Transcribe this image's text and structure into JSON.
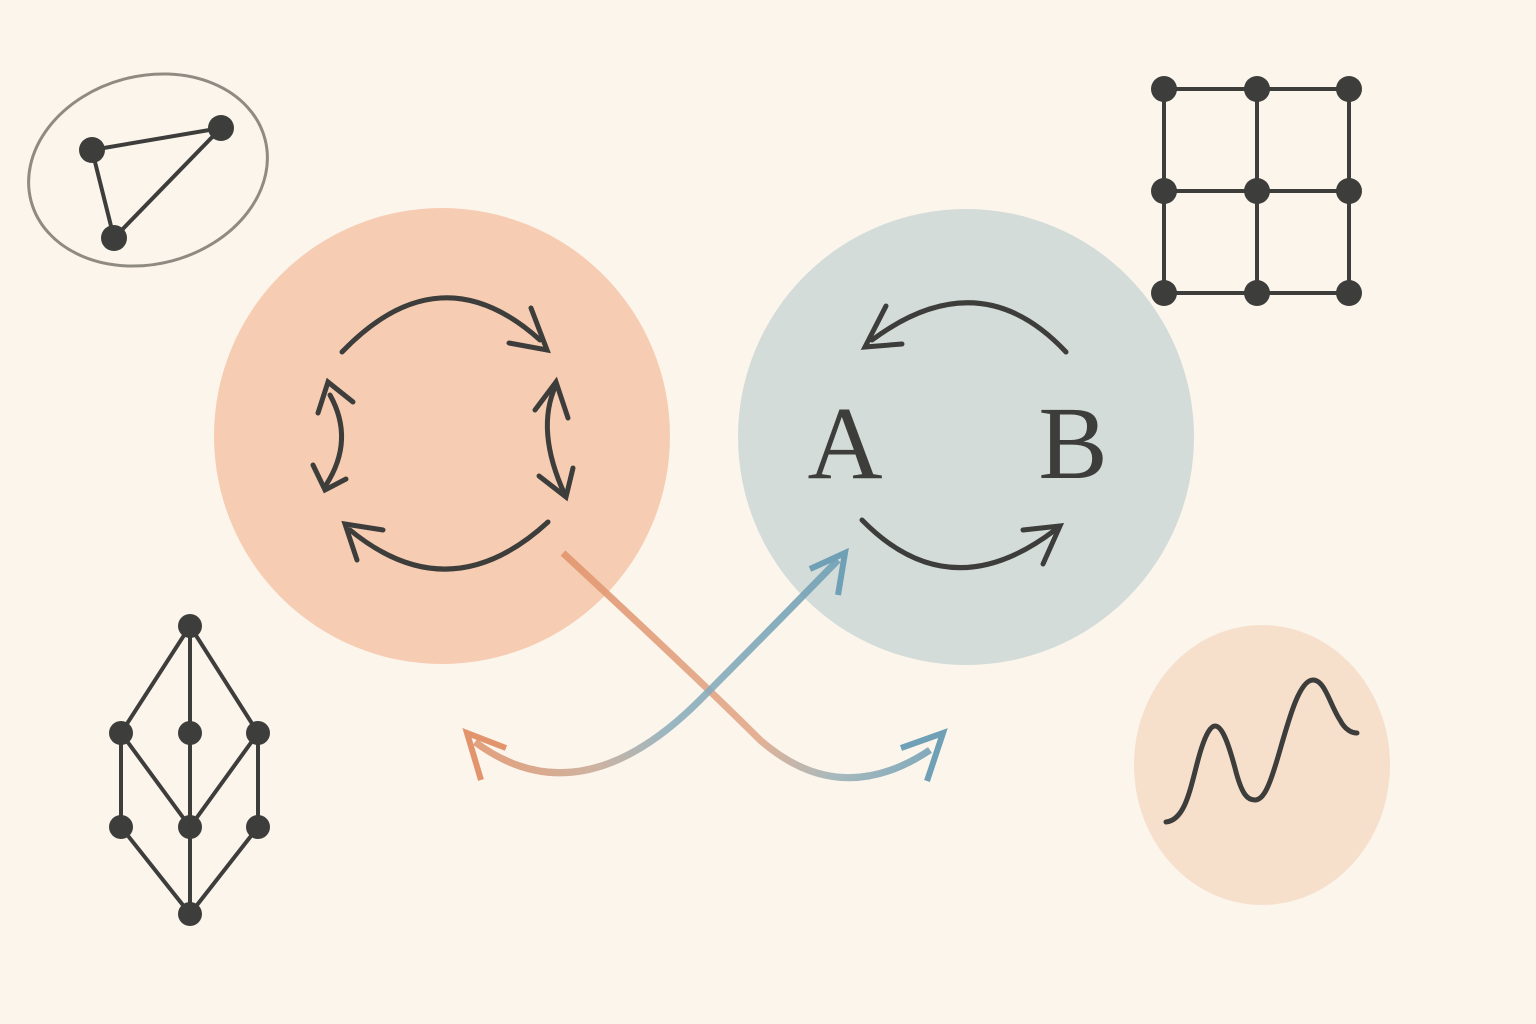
{
  "colors": {
    "background": "#fcf5ec",
    "ink": "#3d3d3b",
    "ellipse_outline": "#8f8b82",
    "circle_left_fill": "#f6cdb2",
    "circle_right_fill": "#d3dcd9",
    "circle_small_fill": "#f6e0cc",
    "arrow_orange": "#e2956d",
    "arrow_blue": "#6fa0b5"
  },
  "labels": {
    "node_a": "A",
    "node_b": "B"
  },
  "elements": {
    "triangle_graph": {
      "description": "3-node triangle graph inside ellipse",
      "nodes": 3,
      "edges": 3
    },
    "grid_graph": {
      "description": "3x3 grid lattice",
      "nodes": 9,
      "edges": 12
    },
    "lattice_graph": {
      "description": "diamond lattice (1-3-3-1)",
      "nodes": 8
    },
    "cycle_circle": {
      "description": "peach circle with four cyclic arrows"
    },
    "ab_circle": {
      "description": "blue circle with A and B exchange arrows"
    },
    "wave_circle": {
      "description": "small circle containing a wave curve"
    },
    "crossing_arrows": {
      "description": "two crossing gradient arrows, orange and blue"
    }
  }
}
